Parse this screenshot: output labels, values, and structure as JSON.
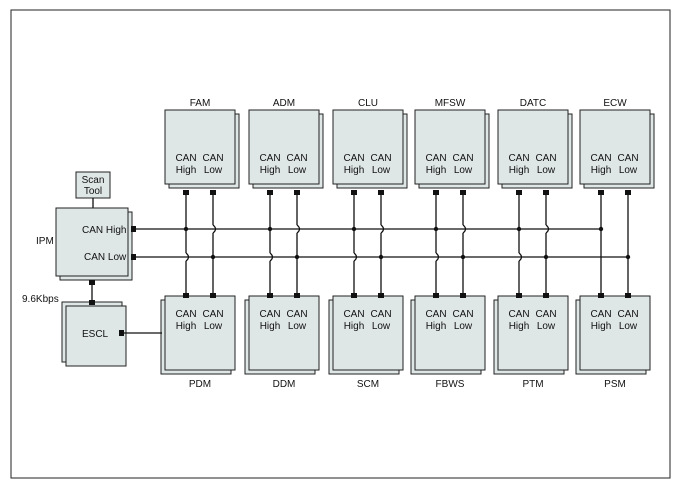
{
  "diagram": {
    "top_modules": [
      {
        "name": "FAM",
        "line1": "CAN CAN",
        "high": "High",
        "low": "Low"
      },
      {
        "name": "ADM",
        "high": "High",
        "low": "Low"
      },
      {
        "name": "CLU",
        "high": "High",
        "low": "Low"
      },
      {
        "name": "MFSW",
        "high": "High",
        "low": "Low"
      },
      {
        "name": "DATC",
        "high": "High",
        "low": "Low"
      },
      {
        "name": "ECW",
        "high": "High",
        "low": "Low"
      }
    ],
    "bottom_modules": [
      {
        "name": "PDM",
        "high": "High",
        "low": "Low"
      },
      {
        "name": "DDM",
        "high": "High",
        "low": "Low"
      },
      {
        "name": "SCM",
        "high": "High",
        "low": "Low"
      },
      {
        "name": "FBWS",
        "high": "High",
        "low": "Low"
      },
      {
        "name": "PTM",
        "high": "High",
        "low": "Low"
      },
      {
        "name": "PSM",
        "high": "High",
        "low": "Low"
      }
    ],
    "can_word": "CAN",
    "ipm": {
      "name": "IPM",
      "can_high": "CAN High",
      "can_low": "CAN Low"
    },
    "scan_tool": {
      "line1": "Scan",
      "line2": "Tool"
    },
    "escl": {
      "name": "ESCL"
    },
    "speed": "9.6Kbps"
  }
}
